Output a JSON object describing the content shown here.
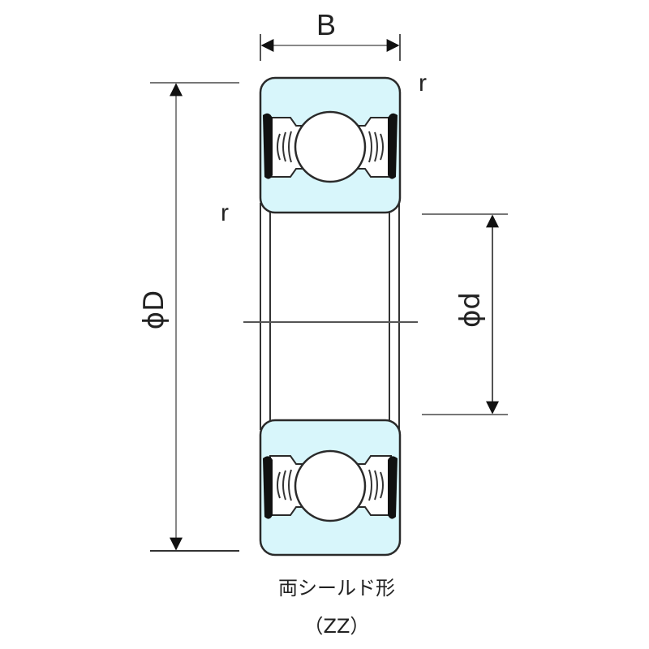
{
  "diagram": {
    "title": "Double shielded deep groove ball bearing cross-section",
    "colors": {
      "ring_fill": "#d8f6fb",
      "line": "#2a2a2a",
      "dim_line": "#8a8a8a",
      "background": "#ffffff"
    },
    "dimensions": {
      "width_label": "B",
      "outer_diameter_label": "ϕD",
      "inner_diameter_label": "ϕd",
      "chamfer_label_top_right": "r",
      "chamfer_label_left": "r"
    },
    "caption": {
      "line1": "両シールド形",
      "line2": "（ZZ）"
    }
  }
}
